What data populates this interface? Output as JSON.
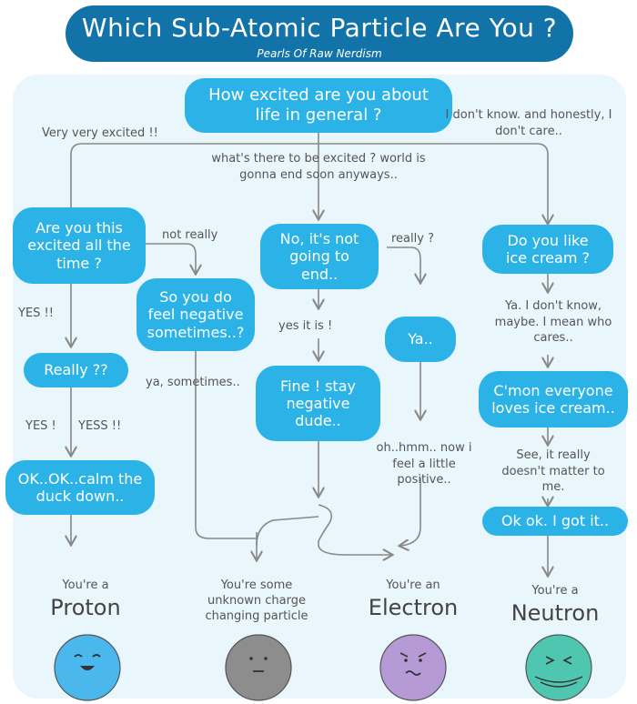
{
  "title": "Which Sub-Atomic Particle Are You ?",
  "subtitle": "Pearls Of Raw Nerdism",
  "colors": {
    "title_bg": "#1273a8",
    "panel_bg": "#e9f6fb",
    "bubble": "#2bb3e8",
    "proton": "#4ab8ec",
    "unknown": "#8d8d8d",
    "electron": "#b59ad6",
    "neutron": "#4fc6b0"
  },
  "nodes": {
    "start": "How excited are you about life in general ?",
    "q_excited_all_time": "Are you this excited all the time ?",
    "really": "Really ??",
    "calm": "OK..OK..calm the duck down..",
    "feel_negative": "So you do feel negative sometimes..?",
    "not_going_to_end": "No, it's not going to end..",
    "fine": "Fine ! stay negative dude..",
    "ya": "Ya..",
    "ice_cream": "Do you like ice cream ?",
    "everyone_loves": "C'mon everyone loves ice cream..",
    "ok_got_it": "Ok ok. I got it.."
  },
  "edges": {
    "very_excited": "Very very excited !!",
    "dont_know": "I don't know. and honestly, I don't care..",
    "world_end": "what's there to be excited ? world is gonna end soon anyways..",
    "not_really": "not really",
    "yes1": "YES !!",
    "yes2": "YES !",
    "yess": "YESS !!",
    "ya_sometimes": "ya, sometimes..",
    "yes_it_is": "yes it is !",
    "really_q": "really ?",
    "oh_hmm": "oh..hmm.. now i feel a little positive..",
    "ya_dont_know": "Ya. I don't know, maybe. I mean who cares..",
    "see_really": "See, it really doesn't matter to me."
  },
  "results": {
    "proton": {
      "small": "You're a",
      "big": "Proton",
      "face_icon": "smiling-face"
    },
    "unknown": {
      "small": "You're some unknown charge changing particle",
      "face_icon": "neutral-face"
    },
    "electron": {
      "small": "You're an",
      "big": "Electron",
      "face_icon": "worried-face"
    },
    "neutron": {
      "small": "You're a",
      "big": "Neutron",
      "face_icon": "indifferent-face"
    }
  }
}
